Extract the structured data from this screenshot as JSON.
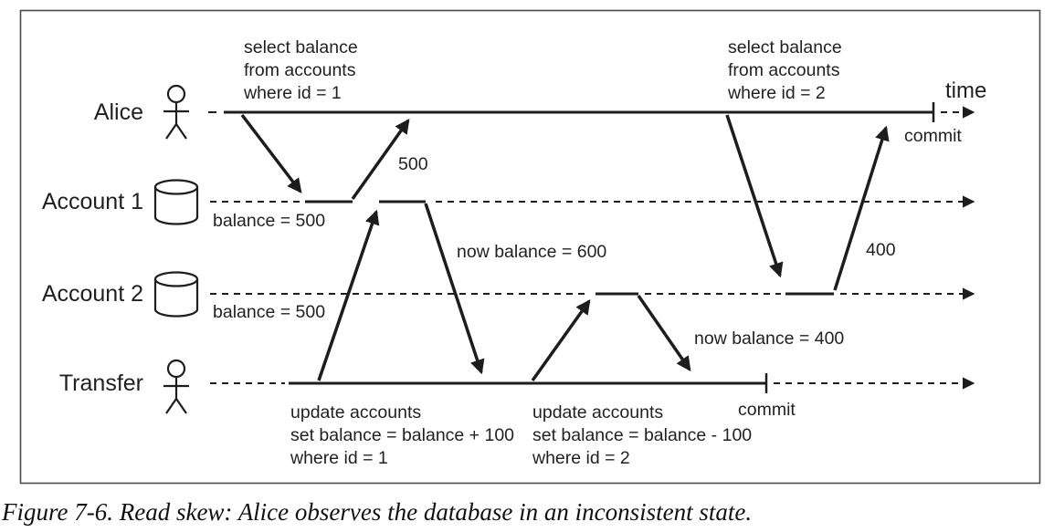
{
  "diagram": {
    "time_label": "time",
    "rows": [
      {
        "label": "Alice",
        "icon": "person"
      },
      {
        "label": "Account 1",
        "icon": "database",
        "balance_note": "balance = 500"
      },
      {
        "label": "Account 2",
        "icon": "database",
        "balance_note": "balance = 500"
      },
      {
        "label": "Transfer",
        "icon": "person"
      }
    ],
    "annotations": {
      "select1": {
        "lines": [
          "select balance",
          "from accounts",
          "where id = 1"
        ]
      },
      "select2": {
        "lines": [
          "select balance",
          "from accounts",
          "where id = 2"
        ]
      },
      "update1": {
        "lines": [
          "update accounts",
          "set balance = balance + 100",
          "where id = 1"
        ]
      },
      "update2": {
        "lines": [
          "update accounts",
          "set balance = balance - 100",
          "where id = 2"
        ]
      },
      "read1_value": "500",
      "read2_value": "400",
      "now_balance_600": "now balance = 600",
      "now_balance_400": "now balance = 400",
      "alice_commit": "commit",
      "transfer_commit": "commit"
    },
    "colors": {
      "ink": "#1d1d1b",
      "background": "#ffffff"
    }
  },
  "caption": "Figure 7-6. Read skew: Alice observes the database in an inconsistent state."
}
